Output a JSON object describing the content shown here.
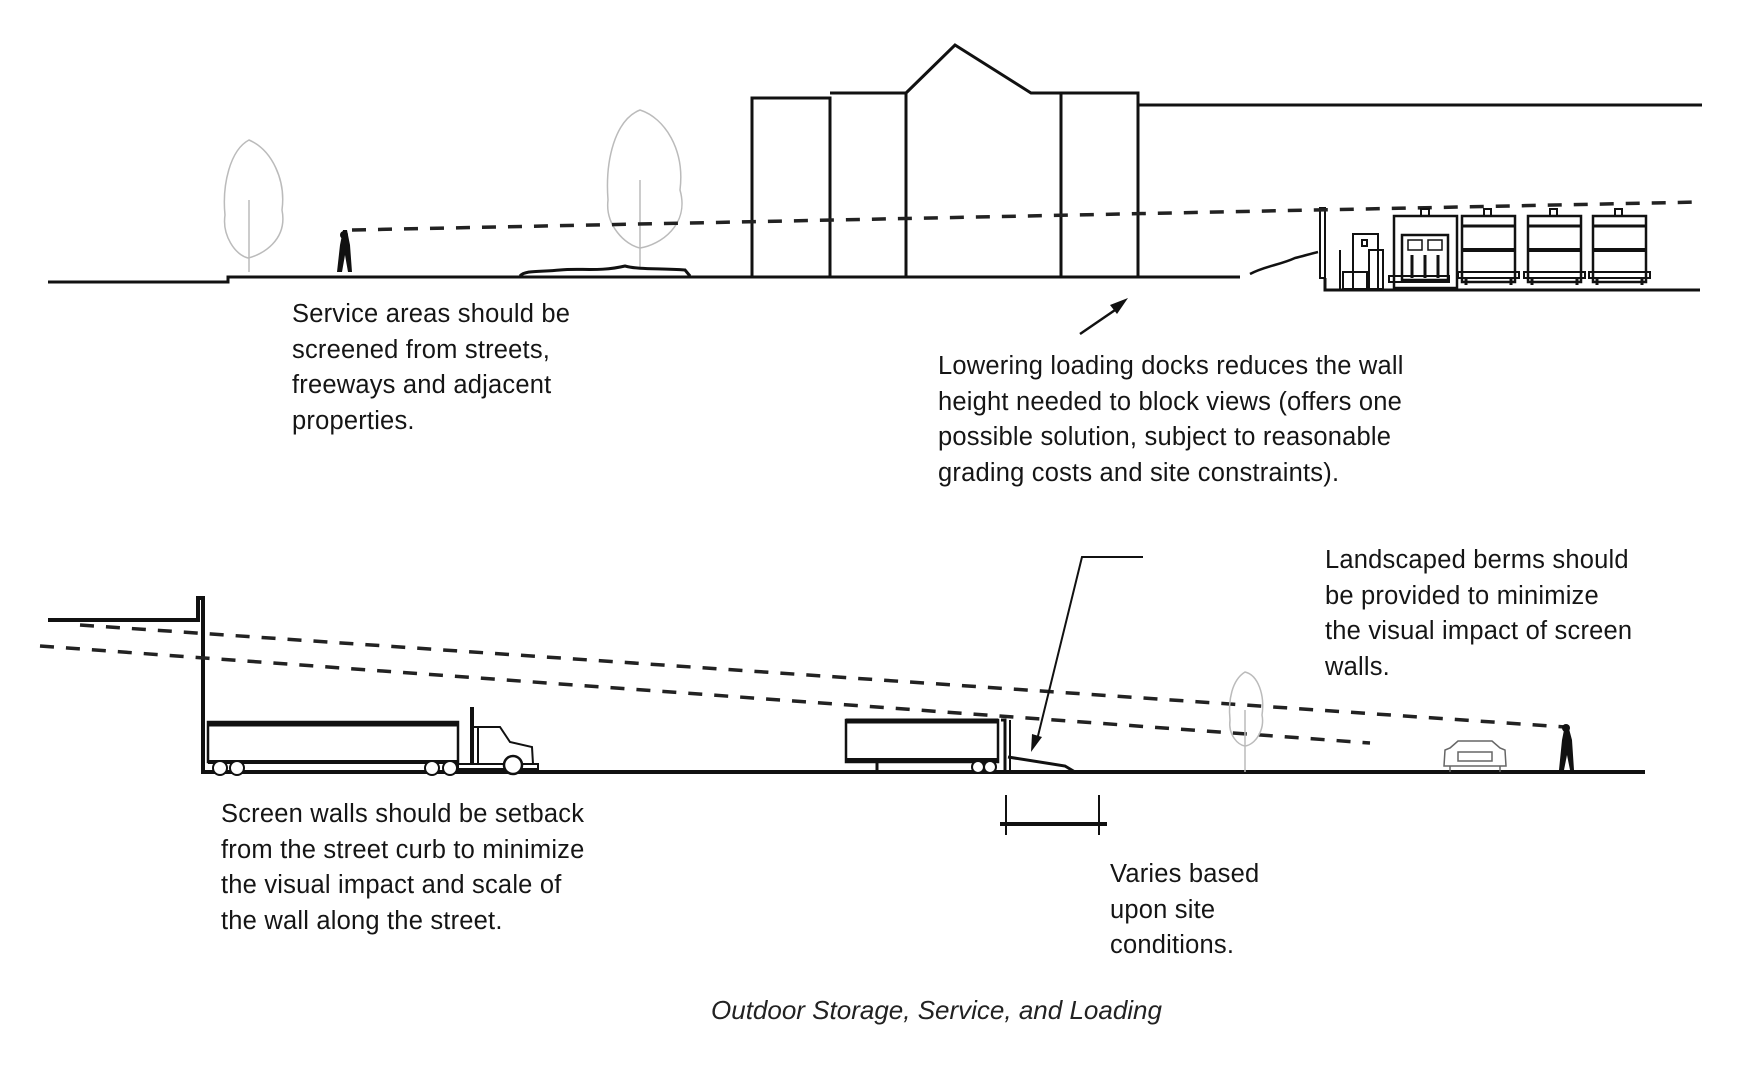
{
  "figure": {
    "caption": "Outdoor Storage, Service, and Loading"
  },
  "top_section": {
    "notes": {
      "service_areas": "Service areas should be\nscreened from streets,\nfreeways and adjacent\nproperties.",
      "lowering_docks": "Lowering loading docks reduces the wall\nheight needed to block views (offers one\npossible solution, subject to reasonable\ngrading costs and site constraints)."
    },
    "loading_bays": 4
  },
  "bottom_section": {
    "notes": {
      "screen_walls": "Screen walls should be setback\nfrom the street curb to minimize\nthe visual impact and scale of\nthe wall along the street.",
      "berms": "Landscaped berms should\nbe provided to minimize\nthe visual impact of screen\nwalls.",
      "varies": "Varies based\nupon site\nconditions."
    }
  },
  "colors": {
    "ink": "#111111",
    "tree": "#bbbbbb",
    "background": "#ffffff"
  }
}
